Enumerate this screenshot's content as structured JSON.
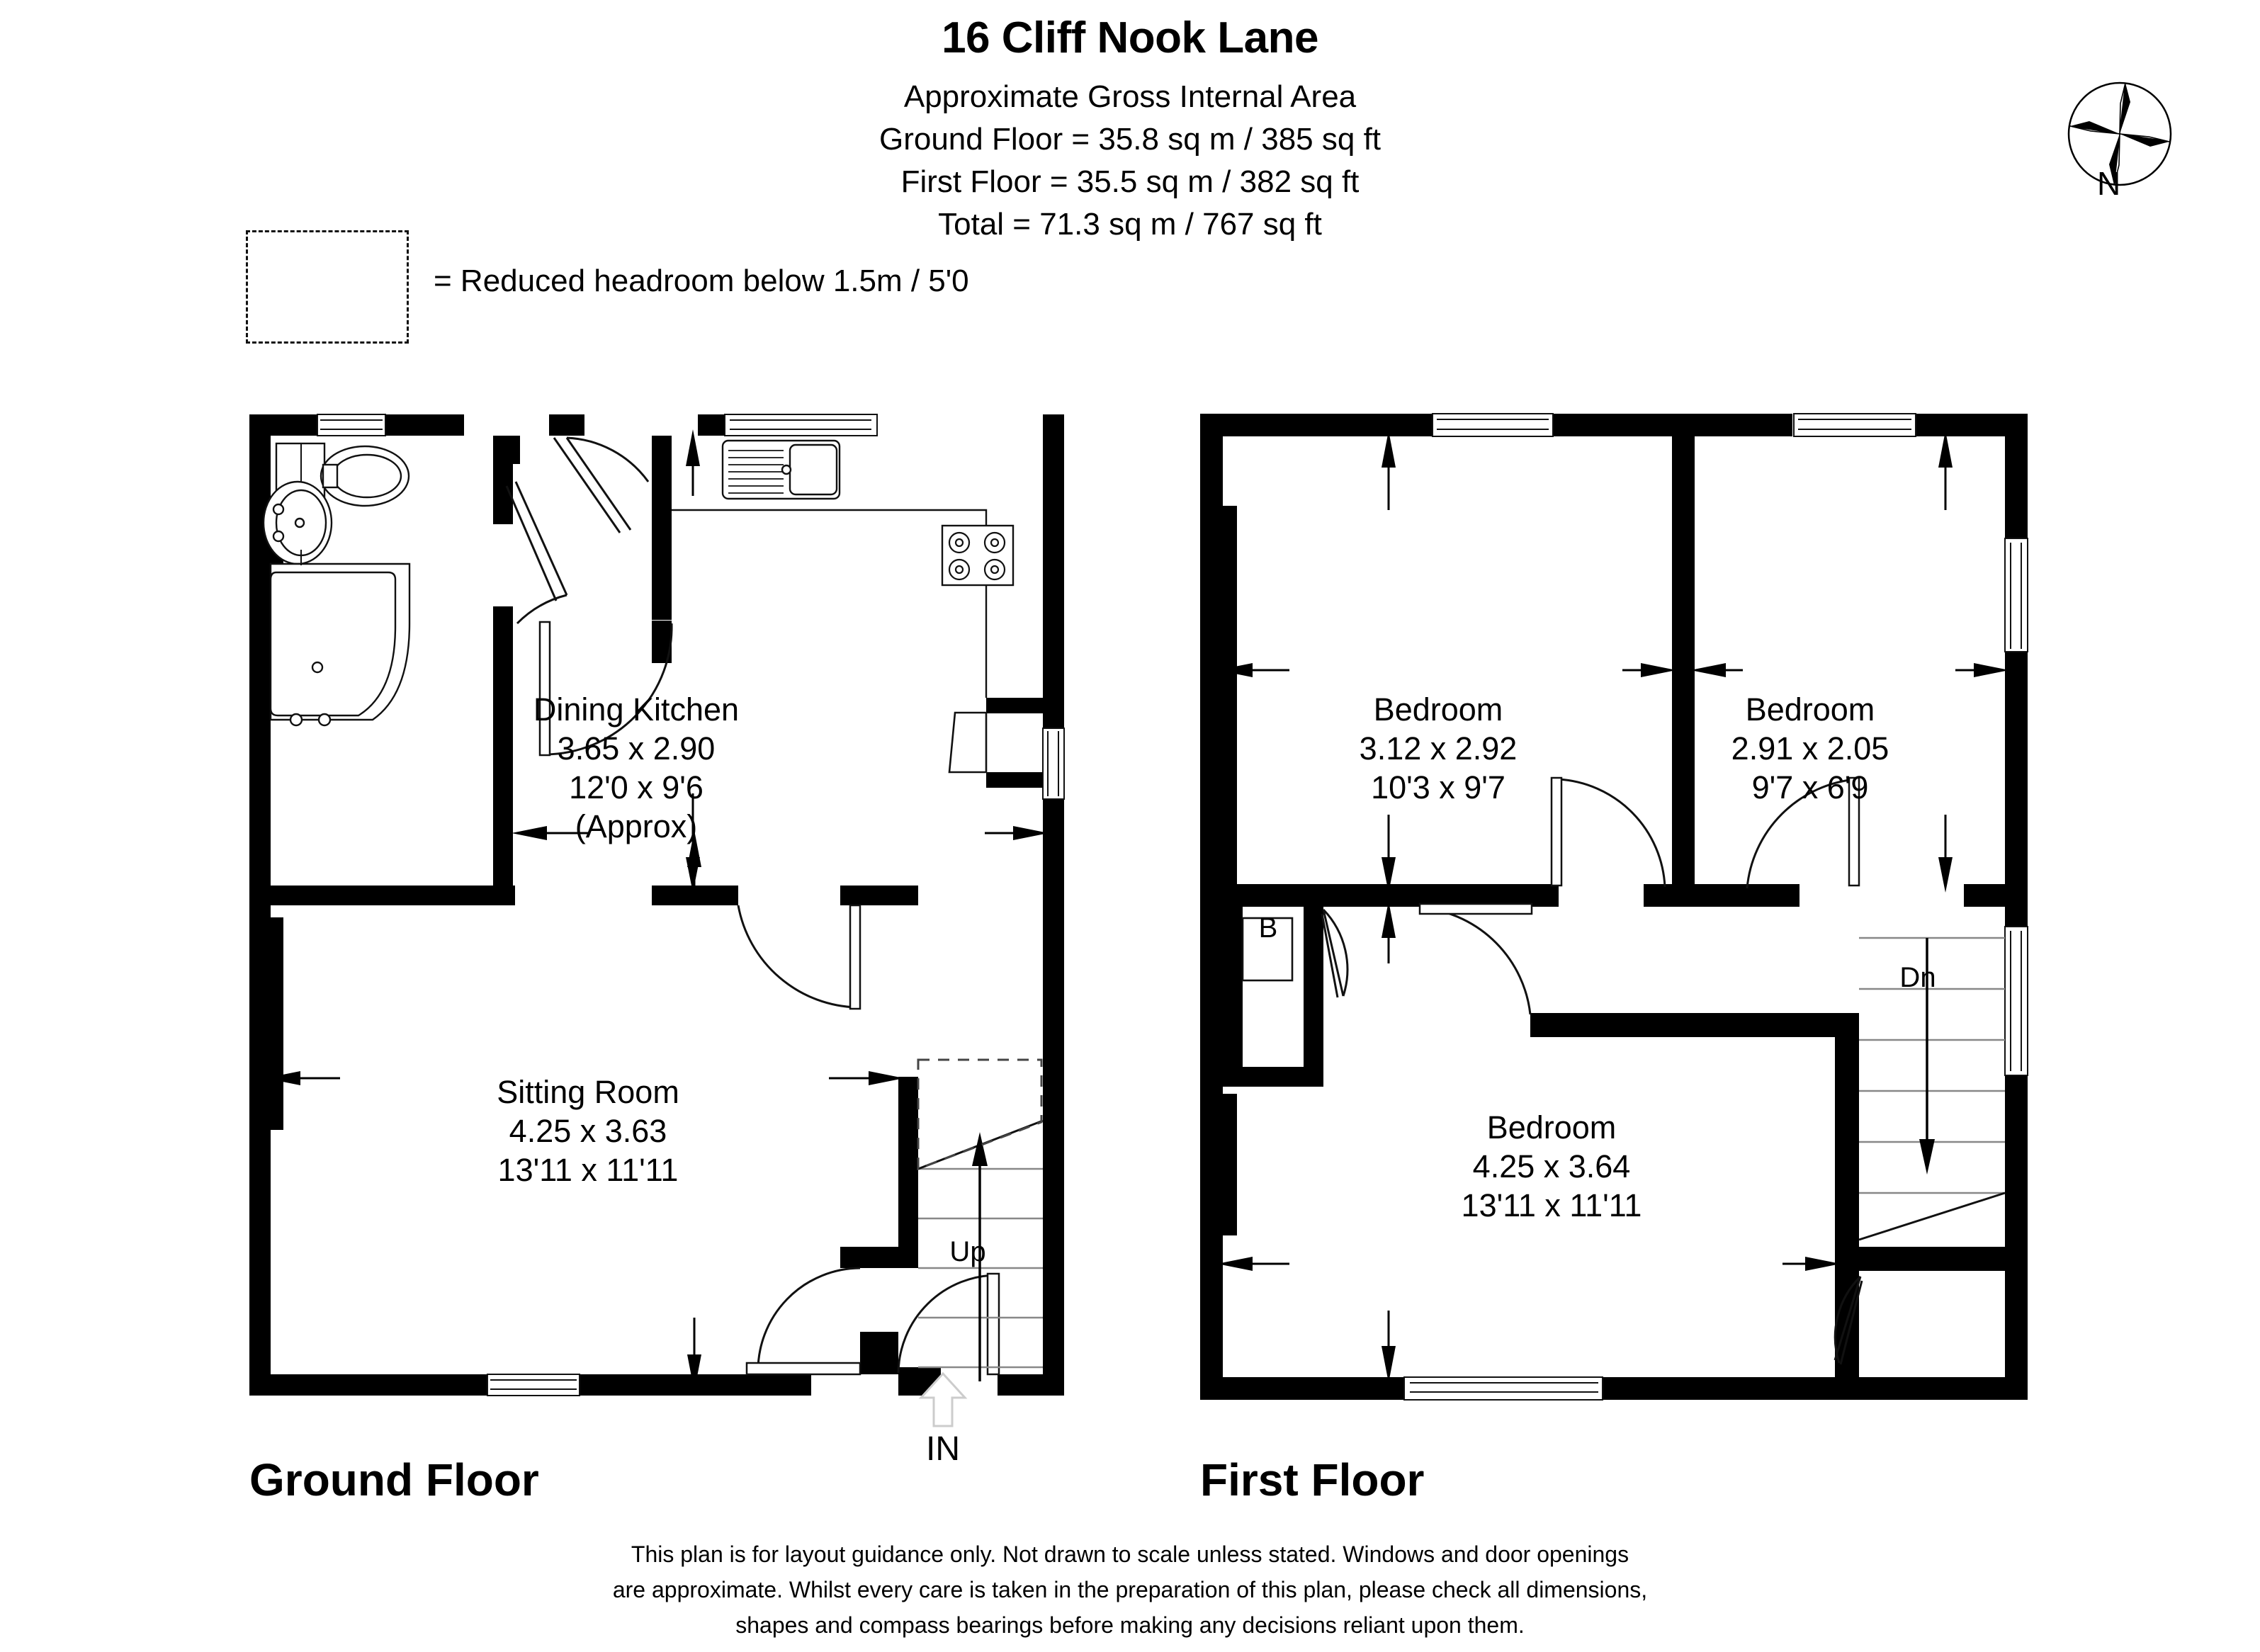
{
  "header": {
    "title": "16 Cliff Nook Lane",
    "area_heading": "Approximate Gross Internal Area",
    "ground_floor_area": "Ground Floor = 35.8 sq m / 385 sq ft",
    "first_floor_area": "First Floor = 35.5 sq m / 382 sq ft",
    "total_area": "Total = 71.3 sq m / 767 sq ft"
  },
  "legend": {
    "headroom_note": "= Reduced headroom below 1.5m / 5'0"
  },
  "compass": {
    "north_label": "N",
    "icon": "compass-rose-icon"
  },
  "floors": [
    {
      "id": "ground",
      "label": "Ground Floor",
      "rooms": [
        {
          "name": "Dining Kitchen",
          "name2": "",
          "dim_metric": "3.65 x 2.90",
          "dim_imperial": "12'0 x 9'6",
          "note": "(Approx)"
        },
        {
          "name": "Sitting Room",
          "dim_metric": "4.25 x 3.63",
          "dim_imperial": "13'11 x 11'11",
          "note": ""
        }
      ],
      "markers": [
        {
          "name": "stairs-up-label",
          "text": "Up"
        },
        {
          "name": "entrance-label",
          "text": "IN"
        }
      ],
      "fixtures": [
        "toilet-icon",
        "washbasin-icon",
        "bath-icon",
        "sink-icon",
        "hob-icon"
      ]
    },
    {
      "id": "first",
      "label": "First Floor",
      "rooms": [
        {
          "name": "Bedroom",
          "dim_metric": "3.12 x 2.92",
          "dim_imperial": "10'3 x 9'7",
          "note": ""
        },
        {
          "name": "Bedroom",
          "dim_metric": "2.91 x 2.05",
          "dim_imperial": "9'7 x 6'9",
          "note": ""
        },
        {
          "name": "Bedroom",
          "dim_metric": "4.25 x 3.64",
          "dim_imperial": "13'11 x 11'11",
          "note": ""
        }
      ],
      "markers": [
        {
          "name": "stairs-down-label",
          "text": "Dn"
        },
        {
          "name": "boiler-cupboard-label",
          "text": "B"
        }
      ]
    }
  ],
  "footer": {
    "line1": "This plan is for layout guidance only. Not drawn to scale unless stated. Windows and door openings",
    "line2": "are approximate. Whilst every care is taken in the preparation of this plan, please check all dimensions,",
    "line3": "shapes and compass bearings before making any decisions reliant upon them."
  },
  "colors": {
    "wall": "#000000",
    "background": "#ffffff",
    "line": "#1a1a1a",
    "in_arrow": "#cccccc"
  }
}
